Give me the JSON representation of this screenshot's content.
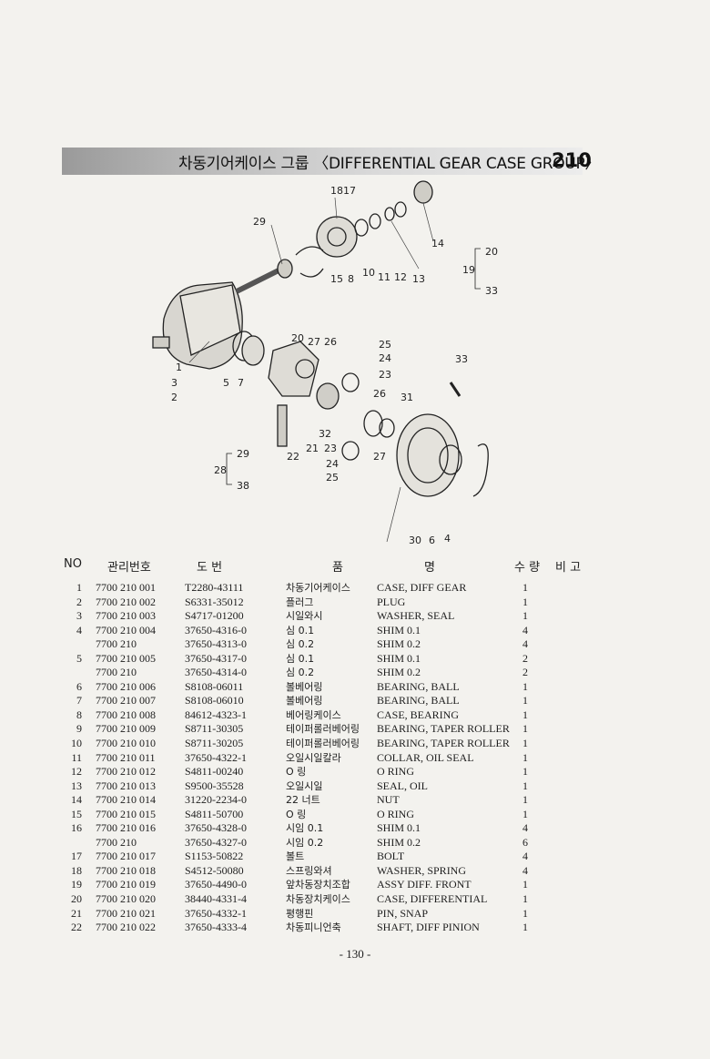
{
  "header": {
    "title": "차동기어케이스 그룹 〈DIFFERENTIAL GEAR CASE GROUP〉",
    "group_number": "210"
  },
  "diagram": {
    "labels": [
      "18",
      "17",
      "29",
      "14",
      "20",
      "19",
      "33",
      "15",
      "8",
      "10",
      "11",
      "12",
      "13",
      "1",
      "3",
      "2",
      "5",
      "7",
      "20",
      "27",
      "26",
      "25",
      "24",
      "23",
      "33",
      "26",
      "31",
      "32",
      "21",
      "23",
      "27",
      "22",
      "24",
      "25",
      "29",
      "28",
      "38",
      "30",
      "6",
      "4"
    ]
  },
  "table": {
    "headers": {
      "no": "NO",
      "code": "관리번호",
      "drawing": "도    번",
      "name_kor": "품",
      "name_eng": "명",
      "qty": "수 량",
      "remark": "비 고"
    },
    "rows": [
      {
        "no": "1",
        "code": "7700 210  001",
        "drawing": "T2280-43111",
        "kor": "차동기어케이스",
        "eng": "CASE, DIFF GEAR",
        "qty": "1"
      },
      {
        "no": "2",
        "code": "7700 210  002",
        "drawing": "S6331-35012",
        "kor": "플러그",
        "eng": "PLUG",
        "qty": "1"
      },
      {
        "no": "3",
        "code": "7700 210  003",
        "drawing": "S4717-01200",
        "kor": "시일와시",
        "eng": "WASHER, SEAL",
        "qty": "1"
      },
      {
        "no": "4",
        "code": "7700 210  004",
        "drawing": "37650-4316-0",
        "kor": "심 0.1",
        "eng": "SHIM 0.1",
        "qty": "4"
      },
      {
        "no": "",
        "code": "7700 210",
        "drawing": "37650-4313-0",
        "kor": "심 0.2",
        "eng": "SHIM 0.2",
        "qty": "4"
      },
      {
        "no": "5",
        "code": "7700 210  005",
        "drawing": "37650-4317-0",
        "kor": "심 0.1",
        "eng": "SHIM 0.1",
        "qty": "2"
      },
      {
        "no": "",
        "code": "7700 210",
        "drawing": "37650-4314-0",
        "kor": "심 0.2",
        "eng": "SHIM 0.2",
        "qty": "2"
      },
      {
        "no": "6",
        "code": "7700 210  006",
        "drawing": "S8108-06011",
        "kor": "볼베어링",
        "eng": "BEARING, BALL",
        "qty": "1"
      },
      {
        "no": "7",
        "code": "7700 210  007",
        "drawing": "S8108-06010",
        "kor": "볼베어링",
        "eng": "BEARING, BALL",
        "qty": "1"
      },
      {
        "no": "8",
        "code": "7700 210  008",
        "drawing": "84612-4323-1",
        "kor": "베어링케이스",
        "eng": "CASE, BEARING",
        "qty": "1"
      },
      {
        "no": "9",
        "code": "7700 210  009",
        "drawing": "S8711-30305",
        "kor": "테이퍼롤러베어링",
        "eng": "BEARING, TAPER  ROLLER",
        "qty": "1"
      },
      {
        "no": "10",
        "code": "7700 210  010",
        "drawing": "S8711-30205",
        "kor": "테이퍼롤러베어링",
        "eng": "BEARING, TAPER  ROLLER",
        "qty": "1"
      },
      {
        "no": "11",
        "code": "7700 210  011",
        "drawing": "37650-4322-1",
        "kor": "오일시일칼라",
        "eng": "COLLAR, OIL SEAL",
        "qty": "1"
      },
      {
        "no": "12",
        "code": "7700 210  012",
        "drawing": "S4811-00240",
        "kor": "O 링",
        "eng": "O RING",
        "qty": "1"
      },
      {
        "no": "13",
        "code": "7700 210  013",
        "drawing": "S9500-35528",
        "kor": "오일시일",
        "eng": "SEAL, OIL",
        "qty": "1"
      },
      {
        "no": "14",
        "code": "7700 210  014",
        "drawing": "31220-2234-0",
        "kor": "22 너트",
        "eng": "NUT",
        "qty": "1"
      },
      {
        "no": "15",
        "code": "7700 210  015",
        "drawing": "S4811-50700",
        "kor": "O 링",
        "eng": "O RING",
        "qty": "1"
      },
      {
        "no": "16",
        "code": "7700 210  016",
        "drawing": "37650-4328-0",
        "kor": "시임 0.1",
        "eng": "SHIM 0.1",
        "qty": "4"
      },
      {
        "no": "",
        "code": "7700 210",
        "drawing": "37650-4327-0",
        "kor": "시임 0.2",
        "eng": "SHIM 0.2",
        "qty": "6"
      },
      {
        "no": "17",
        "code": "7700 210  017",
        "drawing": "S1153-50822",
        "kor": "볼트",
        "eng": "BOLT",
        "qty": "4"
      },
      {
        "no": "18",
        "code": "7700 210  018",
        "drawing": "S4512-50080",
        "kor": "스프링와셔",
        "eng": "WASHER, SPRING",
        "qty": "4"
      },
      {
        "no": "19",
        "code": "7700 210  019",
        "drawing": "37650-4490-0",
        "kor": "앞차동장치조합",
        "eng": "ASSY DIFF. FRONT",
        "qty": "1"
      },
      {
        "no": "20",
        "code": "7700 210  020",
        "drawing": "38440-4331-4",
        "kor": "차동장치케이스",
        "eng": "CASE, DIFFERENTIAL",
        "qty": "1"
      },
      {
        "no": "21",
        "code": "7700 210  021",
        "drawing": "37650-4332-1",
        "kor": "평행핀",
        "eng": "PIN, SNAP",
        "qty": "1"
      },
      {
        "no": "22",
        "code": "7700 210  022",
        "drawing": "37650-4333-4",
        "kor": "차동피니언축",
        "eng": "SHAFT, DIFF PINION",
        "qty": "1"
      }
    ]
  },
  "footer": {
    "page": "- 130 -"
  }
}
